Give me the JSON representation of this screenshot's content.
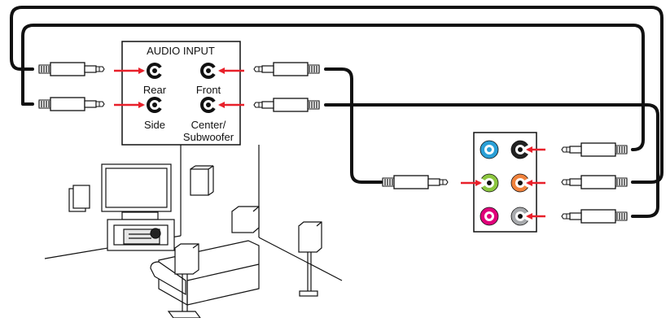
{
  "panel": {
    "title": "AUDIO INPUT",
    "ports": [
      {
        "label": "Rear"
      },
      {
        "label": "Front"
      },
      {
        "label": "Side"
      },
      {
        "label_line1": "Center/",
        "label_line2": "Subwoofer"
      }
    ]
  },
  "colors": {
    "line": "#111111",
    "arrow": "#e8202a",
    "jack_blue": "#2a9fd6",
    "jack_green": "#8cc63f",
    "jack_pink": "#e0007a",
    "jack_orange": "#f0823c",
    "jack_black": "#222222",
    "jack_gray": "#a7a9ac"
  },
  "board_jacks": [
    {
      "color": "blue",
      "connected": false
    },
    {
      "color": "black",
      "connected": true
    },
    {
      "color": "green",
      "connected": true
    },
    {
      "color": "orange",
      "connected": true
    },
    {
      "color": "pink",
      "connected": false
    },
    {
      "color": "gray",
      "connected": true
    }
  ]
}
